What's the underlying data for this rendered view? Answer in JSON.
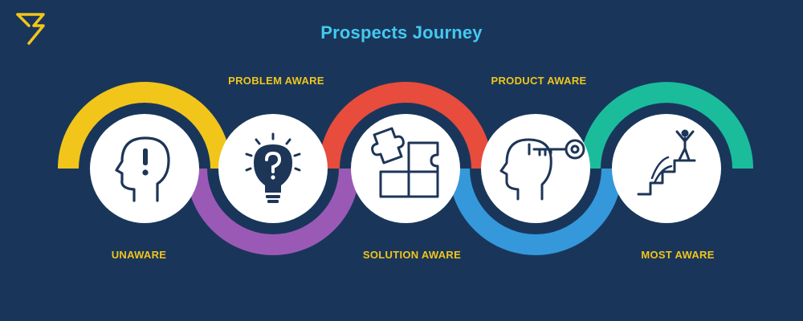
{
  "title": "Prospects Journey",
  "stages": [
    {
      "label": "UNAWARE",
      "icon": "head-exclamation-icon",
      "color": "#f2c51b"
    },
    {
      "label": "PROBLEM AWARE",
      "icon": "lightbulb-question-icon",
      "color": "#9b59b6"
    },
    {
      "label": "SOLUTION AWARE",
      "icon": "puzzle-pieces-icon",
      "color": "#e74c3c"
    },
    {
      "label": "PRODUCT AWARE",
      "icon": "head-key-icon",
      "color": "#3498db"
    },
    {
      "label": "MOST AWARE",
      "icon": "person-stairs-icon",
      "color": "#1abc9c"
    }
  ],
  "colors": {
    "background": "#19365a",
    "title": "#45c8f0",
    "label": "#f2c51b",
    "icon": "#1d3557"
  }
}
